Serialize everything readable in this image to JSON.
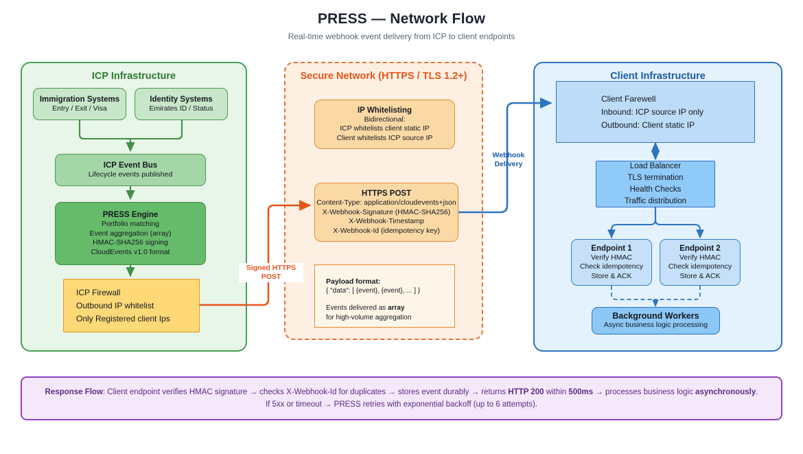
{
  "header": {
    "title": "PRESS — Network Flow",
    "subtitle": "Real-time webhook event delivery from ICP to client endpoints"
  },
  "zones": {
    "icp": {
      "title": "ICP Infrastructure",
      "color": "#2e7d32"
    },
    "secure": {
      "title": "Secure Network (HTTPS / TLS 1.2+)",
      "color": "#e8551c"
    },
    "client": {
      "title": "Client Infrastructure",
      "color": "#1b5aa8"
    }
  },
  "icp_nodes": {
    "immigration": {
      "title": "Immigration Systems",
      "line1": "Entry / Exit / Visa"
    },
    "identity": {
      "title": "Identity Systems",
      "line1": "Emirates ID / Status"
    },
    "event_bus": {
      "title": "ICP Event Bus",
      "line1": "Lifecycle events published"
    },
    "press_engine": {
      "title": "PRESS Engine",
      "line1": "Portfolio matching",
      "line2": "Event aggregation (array)",
      "line3": "HMAC-SHA256 signing",
      "line4": "CloudEvents v1.0 format"
    },
    "icp_firewall": {
      "line1": "ICP Firewall",
      "line2": "Outbound IP whitelist",
      "line3": "Only Registered client Ips"
    }
  },
  "secure_nodes": {
    "ip_whitelisting": {
      "title": "IP Whitelisting",
      "line1": "Bidirectional:",
      "line2": "ICP whitelists client static IP",
      "line3": "Client whitelists ICP source IP"
    },
    "https_post": {
      "title": "HTTPS POST",
      "line1": "Content-Type: application/cloudevents+json",
      "line2": "X-Webhook-Signature (HMAC-SHA256)",
      "line3": "X-Webhook-Timestamp",
      "line4": "X-Webhook-Id (idempotency key)"
    },
    "payload_note": {
      "title": "Payload format:",
      "line1": "{ \"data\": [ {event}, {event}, ... ] }",
      "line2_prefix": "Events delivered as ",
      "line2_bold": "array",
      "line3": "for high-volume aggregation"
    }
  },
  "client_nodes": {
    "client_firewall": {
      "line1": "Client Farewell",
      "line2": "Inbound: ICP source IP only",
      "line3": "Outbound: Client static IP"
    },
    "load_balancer": {
      "line1": "Load Balancer",
      "line2": "TLS termination",
      "line3": "Health Checks",
      "line4": "Traffic distribution"
    },
    "endpoint1": {
      "title": "Endpoint 1",
      "line1": "Verify HMAC",
      "line2": "Check idempotency",
      "line3": "Store & ACK"
    },
    "endpoint2": {
      "title": "Endpoint 2",
      "line1": "Verify HMAC",
      "line2": "Check idempotency",
      "line3": "Store & ACK"
    },
    "background_workers": {
      "title": "Background Workers",
      "line1": "Async business logic processing"
    }
  },
  "connectors": {
    "signed_post_line1": "Signed HTTPS",
    "signed_post_line2": "POST",
    "webhook_line1": "Webhook",
    "webhook_line2": "Delivery",
    "colors": {
      "green": "#3f8f47",
      "orange": "#e8551c",
      "blue": "#2e73c0"
    }
  },
  "footer": {
    "label": "Response Flow",
    "seg1": ": Client endpoint verifies HMAC signature → checks X-Webhook-Id for duplicates → stores event durably → returns ",
    "b1": "HTTP 200",
    "seg2": " within ",
    "b2": "500ms",
    "seg3": " → processes business logic ",
    "b3": "asynchronously",
    "seg4": ".",
    "line2": "If 5xx or timeout → PRESS retries with exponential backoff (up to 6 attempts)."
  }
}
